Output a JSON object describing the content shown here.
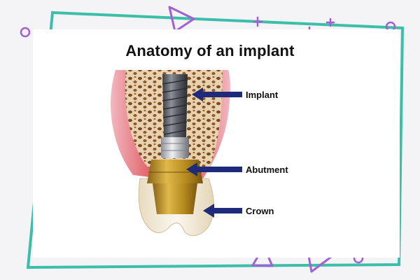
{
  "diagram": {
    "title": "Anatomy of an implant",
    "labels": {
      "implant": "Implant",
      "abutment": "Abutment",
      "crown": "Crown"
    }
  },
  "colors": {
    "frame_teal": "#3bbfa9",
    "accent_purple": "#a35fd6",
    "gum_red": "#d9353d",
    "bone_tan": "#d8b690",
    "abutment_gold": "#c39a2e",
    "arrow_navy": "#1e2b7a",
    "crown_ivory": "#f3ecde"
  },
  "decorations": [
    "circle-icon",
    "triangle-icon",
    "plus-icon"
  ]
}
